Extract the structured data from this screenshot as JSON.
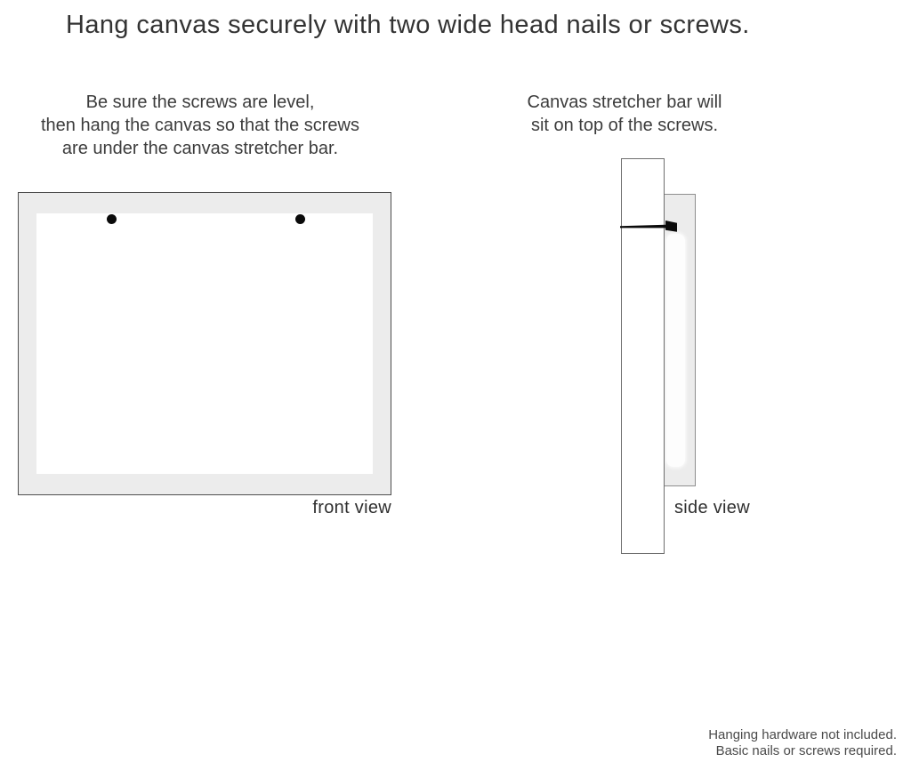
{
  "page": {
    "title": "Hang canvas securely with two wide head nails or screws.",
    "background_color": "#ffffff",
    "text_color": "#3a3a3a"
  },
  "instructions": {
    "left": {
      "lines": [
        "Be sure the screws are level,",
        "then hang the canvas so that the screws",
        "are under the canvas stretcher bar."
      ]
    },
    "right": {
      "lines": [
        "Canvas stretcher bar will",
        "sit on top of the screws."
      ]
    }
  },
  "front_view": {
    "label": "front view",
    "screw_count": 2,
    "canvas_edge_color": "#ececec",
    "canvas_face_color": "#ffffff",
    "outline_color": "#4e4e4e",
    "screw_color": "#0a0a0a"
  },
  "side_view": {
    "label": "side view",
    "wall_bar_color": "#ffffff",
    "wall_bar_outline_color": "#6e6e6e",
    "canvas_edge_color": "#ececec",
    "canvas_edge_outline_color": "#8e8e8e",
    "nail_color": "#0b0b0b"
  },
  "footer": {
    "lines": [
      "Hanging hardware not included.",
      "Basic nails or screws required."
    ]
  }
}
